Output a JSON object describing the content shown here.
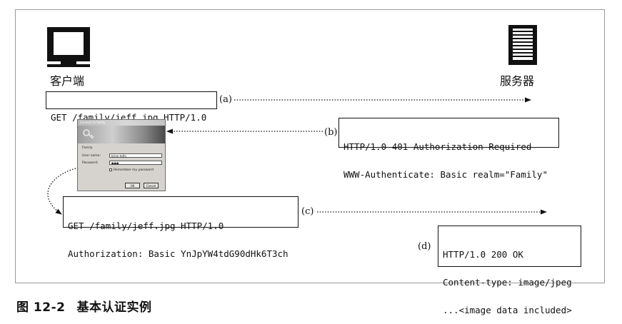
{
  "actors": {
    "client": {
      "label": "客户端",
      "icon": "client-computer-icon"
    },
    "server": {
      "label": "服务器",
      "icon": "server-tower-icon"
    }
  },
  "messages": [
    {
      "step": "(a)",
      "lines": [
        "GET /family/jeff.jpg HTTP/1.0"
      ]
    },
    {
      "step": "(b)",
      "lines": [
        "HTTP/1.0 401 Authorization Required",
        "WWW-Authenticate: Basic realm=\"Family\""
      ]
    },
    {
      "step": "(c)",
      "lines": [
        "GET /family/jeff.jpg HTTP/1.0",
        "Authorization: Basic YnJpYW4tdG90dHk6T3ch"
      ]
    },
    {
      "step": "(d)",
      "lines": [
        "HTTP/1.0 200 OK",
        "Content-type: image/jpeg",
        "...<image data included>"
      ]
    }
  ],
  "login_dialog": {
    "title": "Connect to family",
    "realm_text": "Family",
    "username_label": "User name:",
    "username_value": "brian-totty",
    "password_label": "Password:",
    "password_value": "●●●",
    "remember_label": "Remember my password",
    "ok_label": "OK",
    "cancel_label": "Cancel"
  },
  "caption": {
    "number": "图 12-2",
    "title": "基本认证实例"
  },
  "colors": {
    "line": "#111111",
    "frame": "#9a9a9a",
    "dialog_bg": "#d6d3ce"
  }
}
